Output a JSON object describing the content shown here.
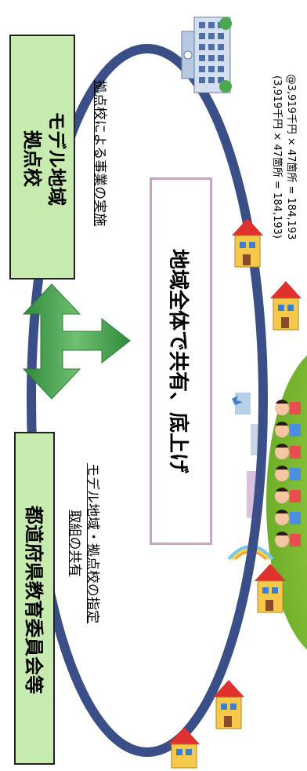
{
  "boxes": {
    "prefecture": "都道府県教育委員会等",
    "model_line1": "モデル地域",
    "model_line2": "拠点校"
  },
  "notes": {
    "prefecture_line1": "モデル地域・拠点校の指定",
    "prefecture_line2": "取組の共有",
    "model": "拠点校による事業の実施"
  },
  "center": "地域全体で共有、底上げ",
  "budget": {
    "line1": "@3,919千円 × 47箇所 = 184,193",
    "line2": "(3,919千円 × 47箇所 = 184,193)"
  },
  "colors": {
    "ellipse": "#3a4e87",
    "box_fill": "#c8ecb0",
    "arrow": "#3f9b47",
    "center_border": "#c9a6bf"
  }
}
